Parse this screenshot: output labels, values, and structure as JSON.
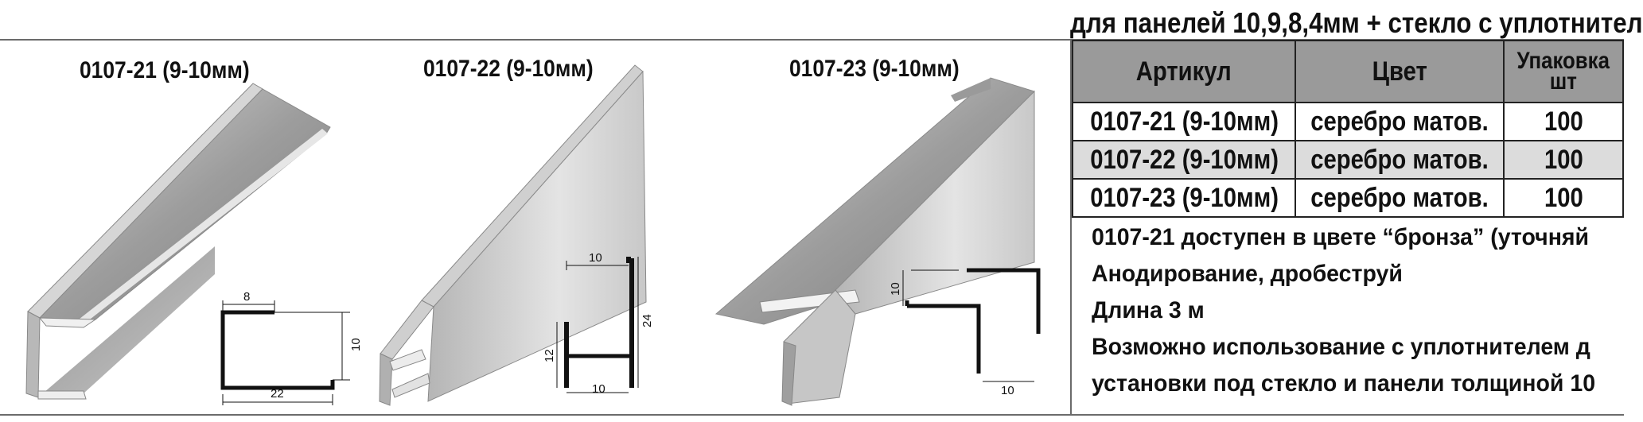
{
  "header": "для панелей 10,9,8,4мм + стекло с уплотнител",
  "products": [
    {
      "label": "0107-21 (9-10мм)",
      "dims": [
        "8",
        "10",
        "22"
      ]
    },
    {
      "label": "0107-22 (9-10мм)",
      "dims": [
        "10",
        "24",
        "12",
        "10"
      ]
    },
    {
      "label": "0107-23 (9-10мм)",
      "dims": [
        "10",
        "10"
      ]
    }
  ],
  "table": {
    "headers": [
      "Артикул",
      "Цвет",
      "Упаковка",
      "шт"
    ],
    "rows": [
      {
        "article": "0107-21 (9-10мм)",
        "color": "серебро матов.",
        "qty": "100"
      },
      {
        "article": "0107-22 (9-10мм)",
        "color": "серебро матов.",
        "qty": "100"
      },
      {
        "article": "0107-23 (9-10мм)",
        "color": "серебро матов.",
        "qty": "100"
      }
    ]
  },
  "notes": [
    "0107-21 доступен в цвете “бронза” (уточняй",
    "Анодирование, дробеструй",
    "Длина 3 м",
    "Возможно использование с уплотнителем д",
    "установки под стекло и панели толщиной 10"
  ],
  "colors": {
    "border": "#6b6b6b",
    "table_header_bg": "#9a9a9a",
    "shaded_row_bg": "#dcdcdc"
  }
}
